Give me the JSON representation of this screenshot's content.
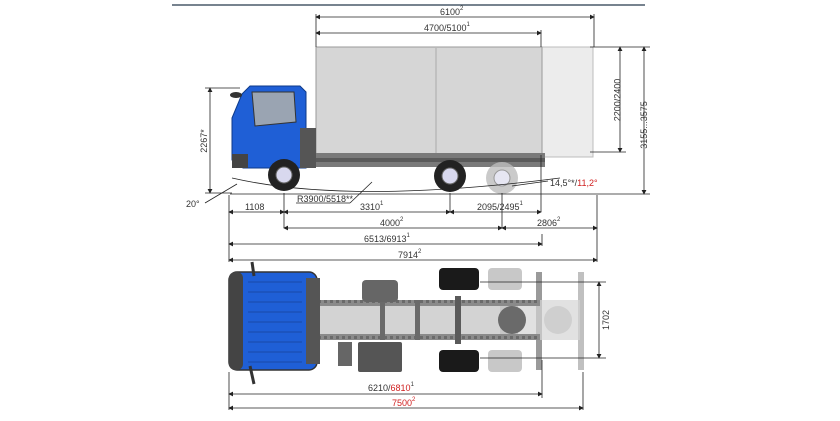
{
  "colors": {
    "cab_blue": "#1f5fd6",
    "box_gray": "#d9d9d9",
    "chassis_gray": "#555555",
    "line": "#222222",
    "top_rule": "#4a5a6a",
    "red_value": "#d02020"
  },
  "side_view": {
    "dims": {
      "body_total": {
        "value": "6100",
        "note": "2"
      },
      "body_length": {
        "value": "4700/5100",
        "note": "1"
      },
      "body_height": {
        "value": "2200/2400"
      },
      "overall_height": {
        "value": "3155...3575"
      },
      "cab_height": {
        "value": "2267*"
      },
      "approach_angle": {
        "value": "20°"
      },
      "front_overhang": {
        "value": "1108"
      },
      "turning_radius": {
        "value": "R3900/5518**"
      },
      "wheelbase_1": {
        "value": "3310",
        "note": "1"
      },
      "wheelbase_2": {
        "value": "4000",
        "note": "2"
      },
      "rear_overhang_1": {
        "value": "2095/2495",
        "note": "1"
      },
      "rear_overhang_2": {
        "value": "2806",
        "note": "2"
      },
      "departure_angle_black": {
        "value": "14,5°*/"
      },
      "departure_angle_red": {
        "value": "11,2°"
      },
      "length_1": {
        "value": "6513/6913",
        "note": "1"
      },
      "length_2": {
        "value": "7914",
        "note": "2"
      }
    }
  },
  "plan_view": {
    "dims": {
      "frame_width": {
        "value": "1702"
      },
      "chassis_length_black": {
        "value": "6210/"
      },
      "chassis_length_red": {
        "value": "6810",
        "note": "1"
      },
      "chassis_length_2": {
        "value": "7500",
        "note": "2"
      }
    }
  }
}
